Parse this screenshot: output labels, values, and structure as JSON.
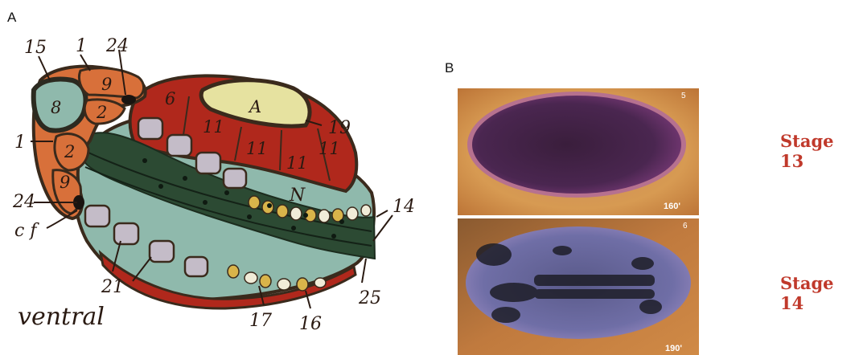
{
  "panel_a": {
    "letter": "A",
    "labels": {
      "l15": "15",
      "l1_top": "1",
      "l24_top": "24",
      "l9_top": "9",
      "l8": "8",
      "l2_top": "2",
      "l6": "6",
      "lA": "A",
      "l19": "19",
      "l11_a": "11",
      "l11_b": "11",
      "l11_c": "11",
      "l11_d": "11",
      "l1_left": "1",
      "l2_mid": "2",
      "l9_mid": "9",
      "l24_left": "24",
      "lcf": "c f",
      "lN": "N",
      "l14": "14",
      "l25": "25",
      "l21": "21",
      "l17": "17",
      "l16": "16",
      "ventral": "ventral"
    }
  },
  "panel_b": {
    "letter": "B",
    "photo_top": {
      "corner_number": "5",
      "time": "160'"
    },
    "photo_bottom": {
      "corner_number": "6",
      "time": "190'"
    },
    "stage_13": "Stage 13",
    "stage_14": "Stage 14"
  },
  "colors": {
    "orange": "#d8703a",
    "red": "#b0281c",
    "cream": "#e6e2a0",
    "teal": "#8fb9ac",
    "dark_green": "#2c4a33",
    "outline": "#3a2a1c",
    "stage_label": "#c0392b"
  }
}
